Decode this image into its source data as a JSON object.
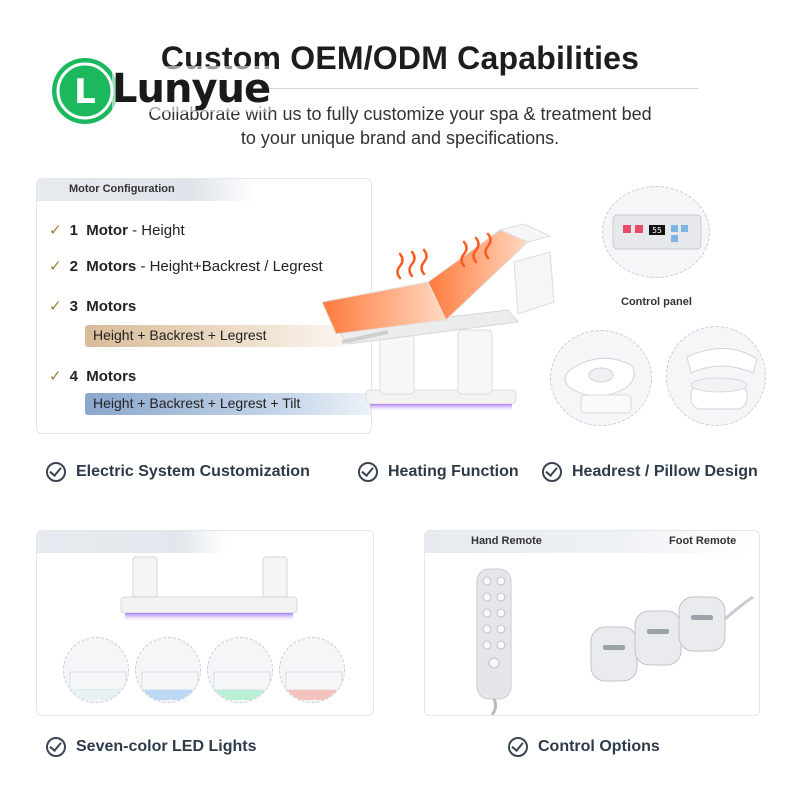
{
  "header": {
    "title": "Custom OEM/ODM Capabilities",
    "subtitle_line1": "Collaborate with us to fully customize your spa & treatment bed",
    "subtitle_line2": "to your unique brand and specifications.",
    "logo_letter": "L",
    "logo_text": "Lunyue",
    "logo_color": "#1bb85e"
  },
  "motor_panel": {
    "tab_label": "Motor Configuration",
    "rows": [
      {
        "count": "1",
        "name": "Motor",
        "detail": "- Height"
      },
      {
        "count": "2",
        "name": "Motors",
        "detail": "- Height+Backrest / Legrest"
      },
      {
        "count": "3",
        "name": "Motors",
        "detail": ""
      },
      {
        "count": "4",
        "name": "Motors",
        "detail": ""
      }
    ],
    "pill_3": "Height + Backrest + Legrest",
    "pill_4": "Height + Backrest + Legrest + Tilt",
    "check_color": "#a07a3c"
  },
  "control_panel": {
    "label": "Control panel",
    "display_value": "55"
  },
  "features_row1": {
    "electric": "Electric System Customization",
    "heating": "Heating Function",
    "headrest": "Headrest / Pillow Design"
  },
  "remote_panel": {
    "hand_label": "Hand Remote",
    "foot_label": "Foot Remote"
  },
  "features_row2": {
    "led": "Seven-color LED Lights",
    "control": "Control Options"
  },
  "led_colors": [
    "#e9f1f5",
    "#bcd8f5",
    "#b8f0d6",
    "#f6c2c0"
  ]
}
